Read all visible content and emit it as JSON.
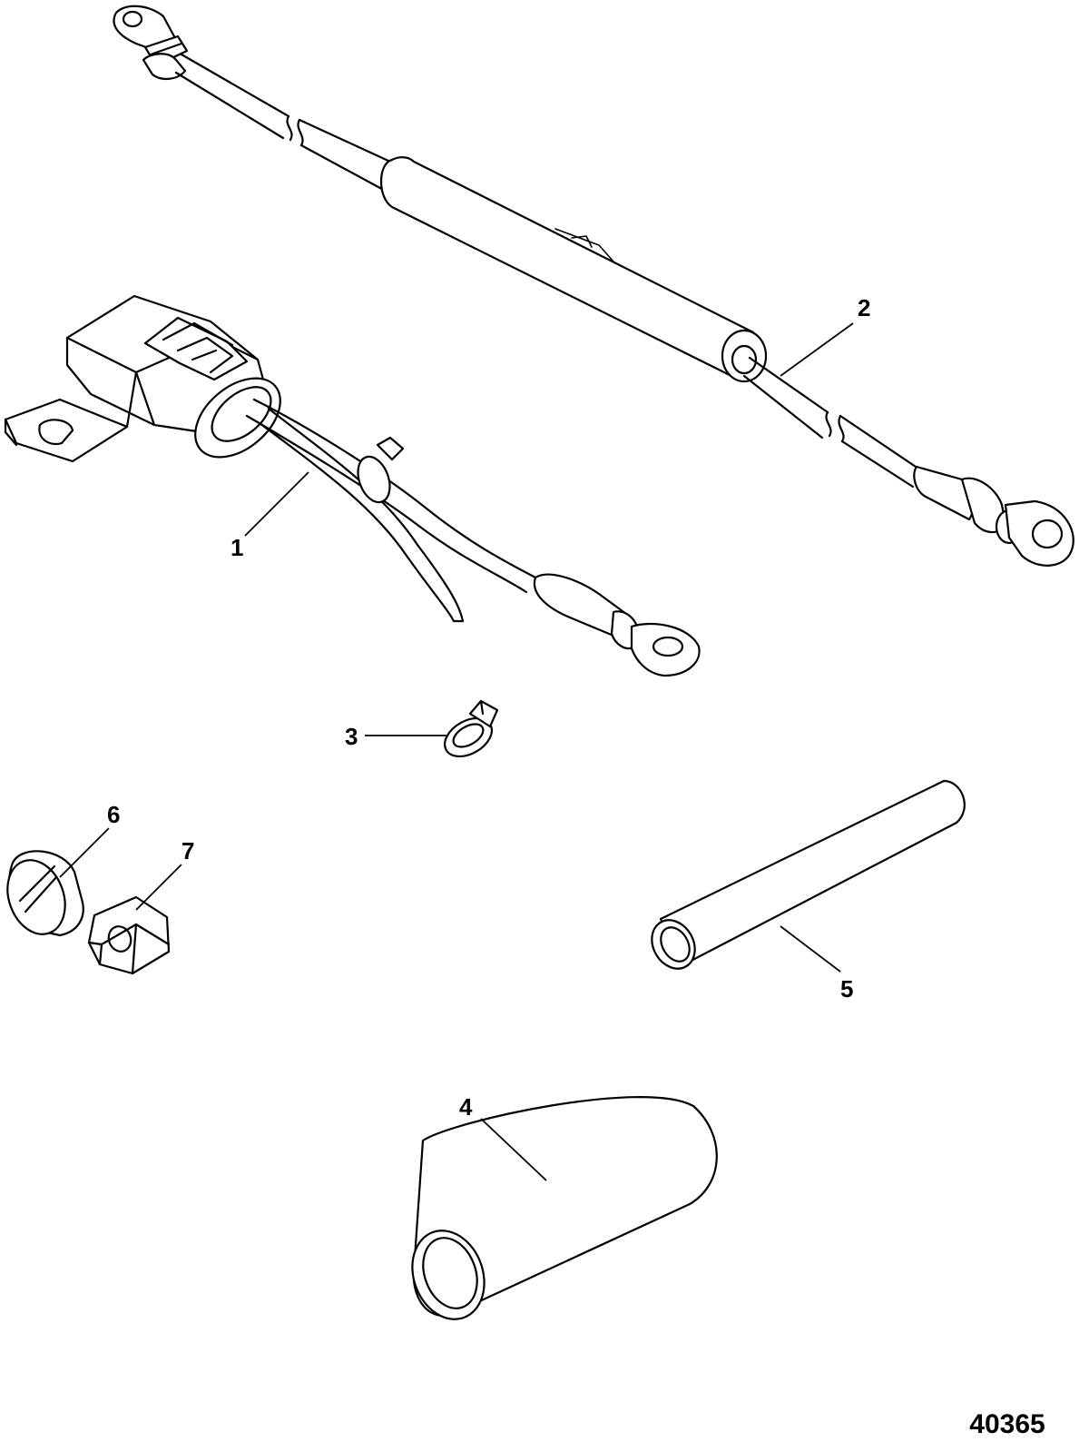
{
  "figure": {
    "id_label": "40365"
  },
  "callouts": [
    {
      "number": "1",
      "part": "harness-connector"
    },
    {
      "number": "2",
      "part": "lead-with-resistor"
    },
    {
      "number": "3",
      "part": "cable-tie"
    },
    {
      "number": "4",
      "part": "large-sleeve"
    },
    {
      "number": "5",
      "part": "small-sleeve"
    },
    {
      "number": "6",
      "part": "screw"
    },
    {
      "number": "7",
      "part": "nut"
    }
  ],
  "colors": {
    "line": "#000000",
    "background": "#ffffff"
  }
}
